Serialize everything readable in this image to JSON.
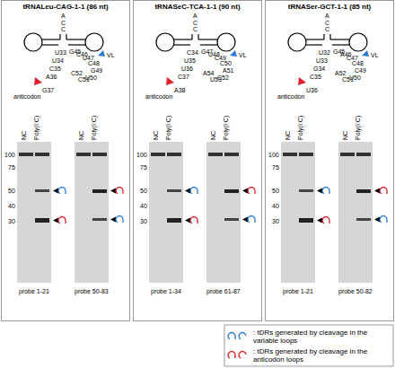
{
  "diagram": {
    "nodes": [
      {
        "text": [
          "tRNALeu-CAG-1-1 (86 nt)"
        ]
      },
      {
        "text": [
          "tRNASeC-TCA-1-1 (90 nt)"
        ]
      },
      {
        "text": [
          "tRNASer-GCT-1-1 (85 nt)"
        ]
      }
    ],
    "labels": [
      "ACC",
      "G45",
      "C46",
      "U47",
      "C48",
      "G49",
      "U50",
      "C51",
      "C52",
      "U33",
      "U34",
      "C35",
      "A36",
      "G37",
      "VL",
      "anticodon",
      "100",
      "75",
      "50",
      "40",
      "30",
      "NC",
      "Poly(I:C)",
      "NC",
      "Poly(I:C)",
      "probe 1-21",
      "probe 50-83",
      "ACC",
      "G47",
      "U48",
      "C49",
      "C50",
      "A51",
      "C52",
      "U53",
      "A54",
      "C34",
      "U35",
      "U36",
      "C37",
      "A38",
      "VL",
      "anticodon",
      "100",
      "75",
      "50",
      "40",
      "30",
      "NC",
      "Poly(I:C)",
      "NC",
      "Poly(I:C)",
      "probe 1-34",
      "probe 61-87",
      "ACC",
      "G45",
      "A46",
      "C47",
      "C48",
      "C49",
      "U50",
      "C51",
      "A52",
      "U32",
      "U33",
      "G34",
      "C35",
      "U36",
      "VL",
      "anticodon",
      "100",
      "75",
      "50",
      "40",
      "30",
      "NC",
      "Poly(I:C)",
      "NC",
      "Poly(I:C)",
      "probe 1-21",
      "probe 50-82"
    ],
    "legend": [
      {
        "text": ": tDRs generated by cleavage in the variable loops"
      },
      {
        "text": ": tDRs generated by cleavage in the anticodon loops"
      }
    ]
  }
}
